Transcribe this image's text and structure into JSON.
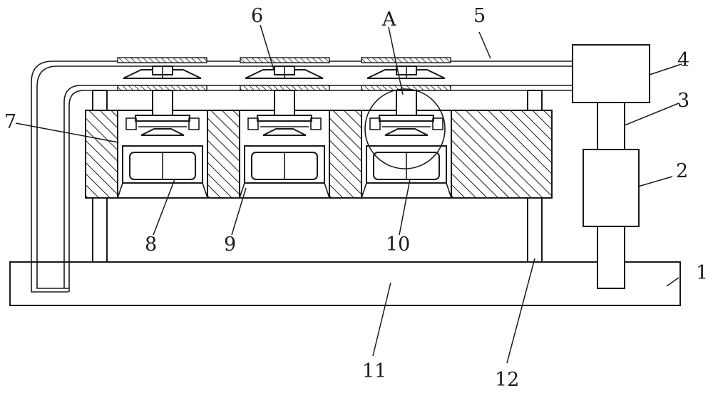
{
  "labels": {
    "l1": "1",
    "l2": "2",
    "l3": "3",
    "l4": "4",
    "l5": "5",
    "l6": "6",
    "l7": "7",
    "l8": "8",
    "l9": "9",
    "l10": "10",
    "l11": "11",
    "l12": "12",
    "lA": "A"
  }
}
